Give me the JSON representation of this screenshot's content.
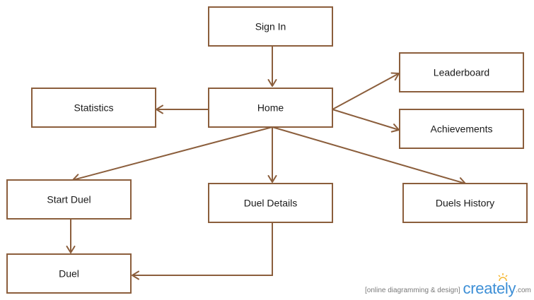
{
  "nodes": [
    {
      "id": "sign-in",
      "label": "Sign In"
    },
    {
      "id": "home",
      "label": "Home"
    },
    {
      "id": "statistics",
      "label": "Statistics"
    },
    {
      "id": "leaderboard",
      "label": "Leaderboard"
    },
    {
      "id": "achievements",
      "label": "Achievements"
    },
    {
      "id": "start-duel",
      "label": "Start Duel"
    },
    {
      "id": "duel-details",
      "label": "Duel Details"
    },
    {
      "id": "duels-history",
      "label": "Duels History"
    },
    {
      "id": "duel",
      "label": "Duel"
    }
  ],
  "edges": [
    {
      "from": "sign-in",
      "to": "home"
    },
    {
      "from": "home",
      "to": "statistics"
    },
    {
      "from": "home",
      "to": "leaderboard"
    },
    {
      "from": "home",
      "to": "achievements"
    },
    {
      "from": "home",
      "to": "start-duel"
    },
    {
      "from": "home",
      "to": "duel-details"
    },
    {
      "from": "home",
      "to": "duels-history"
    },
    {
      "from": "start-duel",
      "to": "duel"
    },
    {
      "from": "duel-details",
      "to": "duel"
    }
  ],
  "colors": {
    "stroke": "#8b5e3c",
    "box_fill": "#ffffff",
    "text": "#1a1a1a",
    "logo": "#3d8fd6",
    "logo_sun": "#f5b731"
  },
  "watermark": {
    "tagline": "[online diagramming & design]",
    "logo": "creately",
    "tld": ".com",
    "icon": "sun-icon"
  }
}
